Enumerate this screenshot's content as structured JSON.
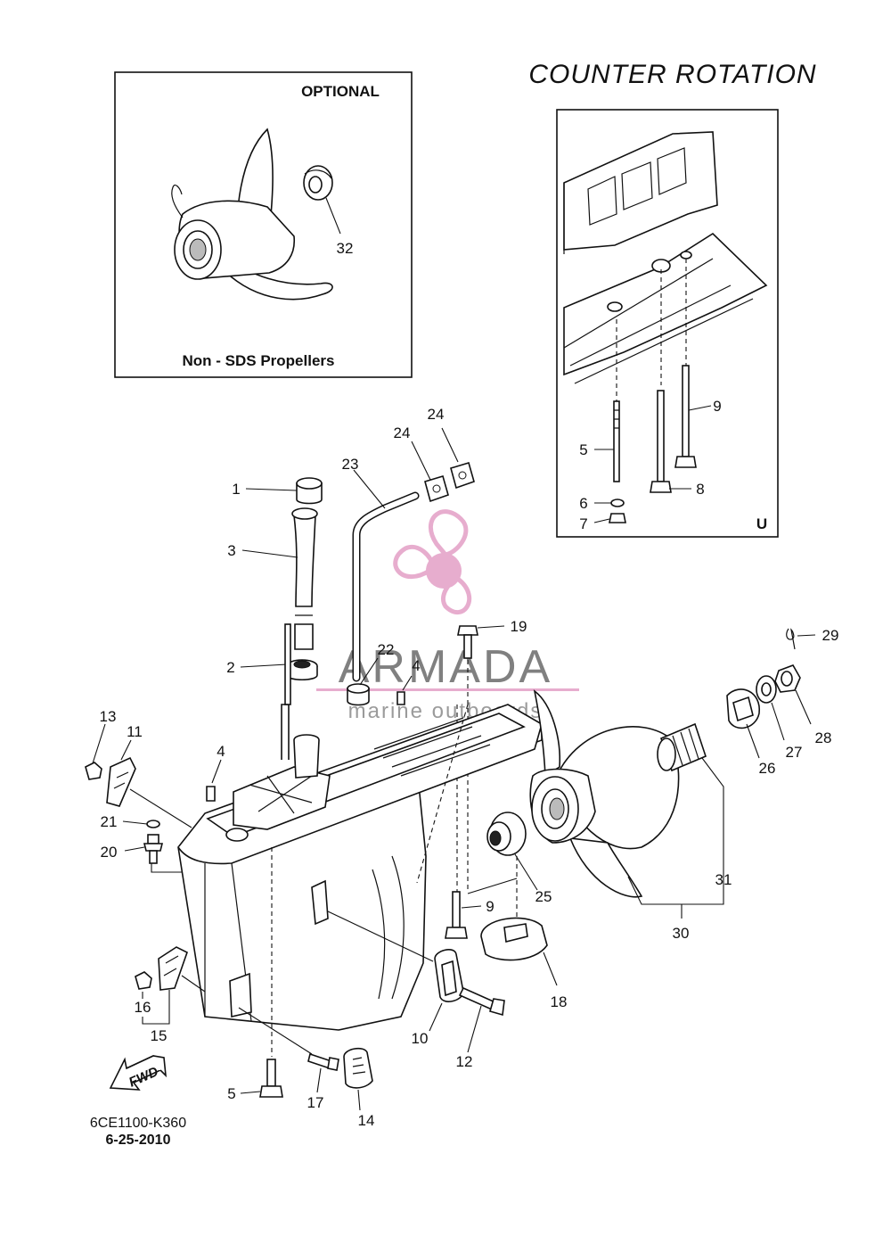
{
  "header": {
    "title": "COUNTER  ROTATION"
  },
  "optional_box": {
    "label": "OPTIONAL",
    "caption": "Non - SDS Propellers"
  },
  "counter_box": {
    "corner_label": "U"
  },
  "watermark": {
    "brand": "ARMADA",
    "tagline": "marine outboards",
    "accent_color": "#e39fc6",
    "logo_icon": "propeller-logo-icon"
  },
  "fwd_arrow": {
    "label": "FWD"
  },
  "footer": {
    "doc_id": "6CE1100-K360",
    "date": "6-25-2010"
  },
  "callouts": [
    "32",
    "1",
    "3",
    "2",
    "23",
    "24",
    "24",
    "22",
    "4",
    "19",
    "4",
    "13",
    "11",
    "21",
    "20",
    "9",
    "25",
    "30",
    "31",
    "26",
    "27",
    "28",
    "29",
    "16",
    "15",
    "10",
    "12",
    "18",
    "17",
    "14",
    "5",
    "5",
    "6",
    "7",
    "8",
    "9"
  ]
}
